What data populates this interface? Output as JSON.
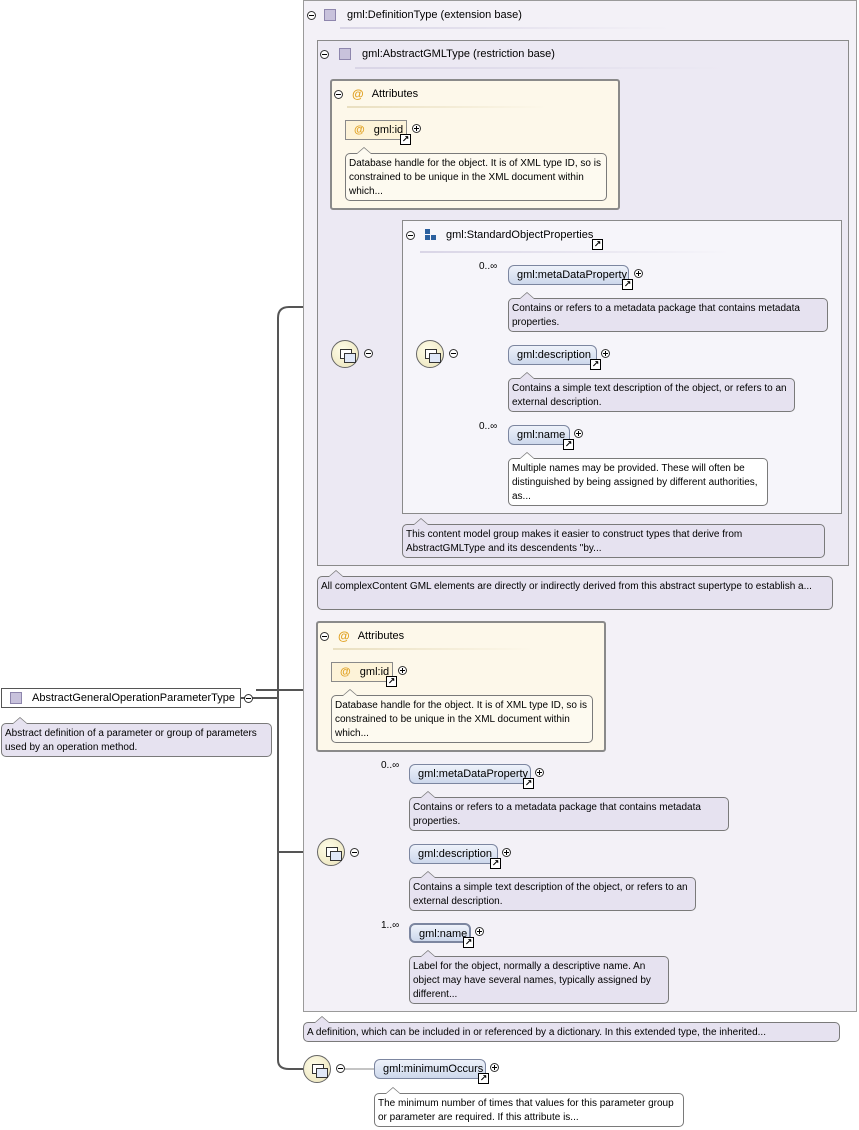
{
  "root": {
    "name": "AbstractGeneralOperationParameterType",
    "doc": "Abstract definition of a parameter or group of parameters used by an operation method."
  },
  "definition_type": {
    "header": "gml:DefinitionType (extension base)",
    "doc": "A definition, which can be included in or referenced by a dictionary. In this extended type, the inherited..."
  },
  "abstract_gml_type": {
    "header": "gml:AbstractGMLType (restriction base)",
    "doc": "All complexContent GML elements are directly or indirectly derived from this abstract supertype to establish a..."
  },
  "attributes_inner": {
    "header": "Attributes",
    "id_name": "gml:id",
    "id_doc": "Database handle for the object. It is of XML type ID, so is constrained to be unique in the XML document within which..."
  },
  "standard_object_properties": {
    "header": "gml:StandardObjectProperties",
    "doc": "This content model group makes it easier to construct types that derive from AbstractGMLType and its descendents \"by...",
    "elements": [
      {
        "name": "gml:metaDataProperty",
        "occurs": "0..∞",
        "doc": "Contains or refers to a metadata package that contains metadata properties."
      },
      {
        "name": "gml:description",
        "occurs": "",
        "doc": "Contains a simple text description of the object, or refers to an external description."
      },
      {
        "name": "gml:name",
        "occurs": "0..∞",
        "doc": "Multiple names may be provided. These will often be distinguished by being assigned by different authorities, as..."
      }
    ]
  },
  "attributes_outer": {
    "header": "Attributes",
    "id_name": "gml:id",
    "id_doc": "Database handle for the object. It is of XML type ID, so is constrained to be unique in the XML document within which..."
  },
  "definition_sequence": {
    "elements": [
      {
        "name": "gml:metaDataProperty",
        "occurs": "0..∞",
        "doc": "Contains or refers to a metadata package that contains metadata properties."
      },
      {
        "name": "gml:description",
        "occurs": "",
        "doc": "Contains a simple text description of the object, or refers to an external description."
      },
      {
        "name": "gml:name",
        "occurs": "1..∞",
        "doc": "Label for the object, normally a descriptive name. An object may have several names, typically assigned by different..."
      }
    ]
  },
  "minimum_occurs": {
    "name": "gml:minimumOccurs",
    "doc": "The minimum number of times that values for this parameter group or parameter are required. If this attribute is..."
  },
  "icons": {
    "type": "type-icon",
    "attribute": "at-icon",
    "sequence": "sequence-icon",
    "group": "group-icon",
    "reference": "reference-arrow-icon",
    "collapse": "collapse-icon",
    "expand": "expand-icon"
  },
  "colors": {
    "type_box": "#f3f1f7",
    "attribute_box": "#fdf8ea",
    "element_fill": "#cdd8ec",
    "note_fill": "#e6e2f0"
  }
}
